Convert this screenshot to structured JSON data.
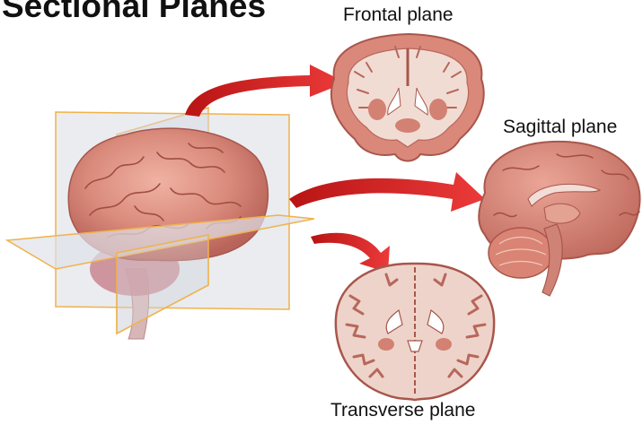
{
  "title": "Sectional Planes",
  "labels": {
    "frontal": "Frontal plane",
    "sagittal": "Sagittal plane",
    "transverse": "Transverse plane"
  },
  "colors": {
    "brain_tissue": "#d9887a",
    "brain_outline": "#a8564b",
    "white_matter": "#f3ddd6",
    "plane_fill": "#d9dde3",
    "plane_edge": "#f0b24a",
    "arrow": "#d42020"
  }
}
